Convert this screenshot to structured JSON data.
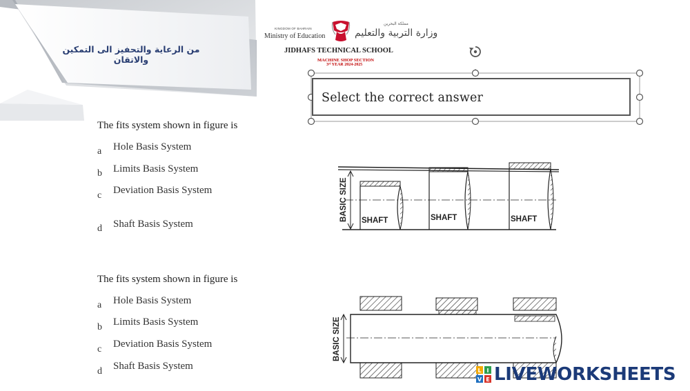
{
  "header": {
    "slogan": "من الرعاية والتحفيز الى التمكين والاتقان",
    "kingdom_small": "KINGDOM OF BAHRAIN",
    "ministry": "Ministry of Education",
    "arabic_kingdom": "مملكة البحرين",
    "arabic_ministry": "وزارة التربية والتعليم",
    "school": "JIDHAFS TECHNICAL SCHOOL",
    "section": "MACHINE SHOP SECTION",
    "year": "3ʳᵈ YEAR 2024-2025"
  },
  "instruction": "Select the correct answer",
  "questions": [
    {
      "prompt": "The fits system shown in figure is",
      "options": [
        {
          "letter": "a",
          "text": "Hole Basis System"
        },
        {
          "letter": "b",
          "text": "Limits Basis System"
        },
        {
          "letter": "c",
          "text": "Deviation Basis System"
        },
        {
          "letter": "d",
          "text": "Shaft Basis System"
        }
      ],
      "figure": {
        "axis_label": "BASIC SIZE",
        "part_labels": [
          "SHAFT",
          "SHAFT",
          "SHAFT"
        ]
      }
    },
    {
      "prompt": "The fits system shown in figure is",
      "options": [
        {
          "letter": "a",
          "text": "Hole Basis System"
        },
        {
          "letter": "b",
          "text": "Limits Basis System"
        },
        {
          "letter": "c",
          "text": "Deviation Basis System"
        },
        {
          "letter": "d",
          "text": "Shaft Basis System"
        }
      ],
      "figure": {
        "axis_label": "BASIC SIZE"
      }
    }
  ],
  "branding": {
    "logo_text": "LIVEWORKSHEETS",
    "logo_letters": [
      "L",
      "I",
      "V",
      "E"
    ]
  },
  "colors": {
    "slogan": "#2a3f73",
    "school_section": "#c00000",
    "logo": "#1b3a78"
  }
}
